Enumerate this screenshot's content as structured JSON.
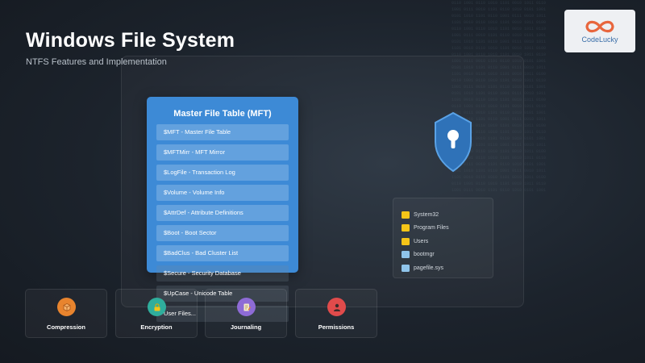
{
  "header": {
    "title": "Windows File System",
    "subtitle": "NTFS Features and Implementation"
  },
  "logo": {
    "text": "CodeLucky",
    "icon": "infinity-icon",
    "color": "#e8663d"
  },
  "mft": {
    "title": "Master File Table (MFT)",
    "color": "#3d8ad6",
    "entries": [
      "$MFT - Master File Table",
      "$MFTMirr - MFT Mirror",
      "$LogFile - Transaction Log",
      "$Volume - Volume Info",
      "$AttrDef - Attribute Definitions",
      "$Boot - Boot Sector",
      "$BadClus - Bad Cluster List",
      "$Secure - Security Database",
      "$UpCase - Unicode Table",
      "User Files..."
    ]
  },
  "security": {
    "icon": "shield-lock-icon",
    "color": "#3a7fc8"
  },
  "tree": [
    {
      "name": "System32",
      "type": "folder",
      "color": "#f5c518"
    },
    {
      "name": "Program Files",
      "type": "folder",
      "color": "#f5c518"
    },
    {
      "name": "Users",
      "type": "folder",
      "color": "#f5c518"
    },
    {
      "name": "bootmgr",
      "type": "file",
      "color": "#8fc4ea"
    },
    {
      "name": "pagefile.sys",
      "type": "file",
      "color": "#8fc4ea"
    }
  ],
  "features": [
    {
      "label": "Compression",
      "icon": "compression-box-icon",
      "color": "#e8842e"
    },
    {
      "label": "Encryption",
      "icon": "lock-icon",
      "color": "#2fae9c"
    },
    {
      "label": "Journaling",
      "icon": "document-edit-icon",
      "color": "#8e6bd6"
    },
    {
      "label": "Permissions",
      "icon": "user-icon",
      "color": "#e04b4b"
    }
  ]
}
